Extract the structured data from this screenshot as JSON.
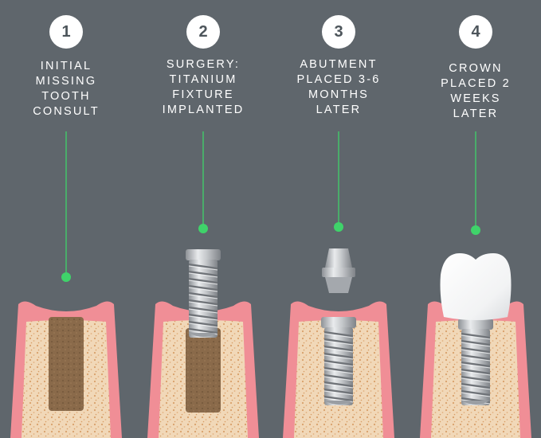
{
  "steps": [
    {
      "number": "1",
      "lines": [
        "INITIAL",
        "MISSING",
        "TOOTH",
        "CONSULT"
      ]
    },
    {
      "number": "2",
      "lines": [
        "SURGERY:",
        "TITANIUM",
        "FIXTURE",
        "IMPLANTED"
      ]
    },
    {
      "number": "3",
      "lines": [
        "ABUTMENT",
        "PLACED 3-6",
        "MONTHS",
        "LATER"
      ]
    },
    {
      "number": "4",
      "lines": [
        "CROWN",
        "PLACED 2",
        "WEEKS",
        "LATER"
      ]
    }
  ],
  "colors": {
    "background": "#5f666c",
    "gum": "#f08e96",
    "bone": "#f1d8b8",
    "socket": "#8a6a4a",
    "accent_dot": "#3fd36a",
    "metal": "#c6c9cc",
    "crown": "#ffffff"
  }
}
